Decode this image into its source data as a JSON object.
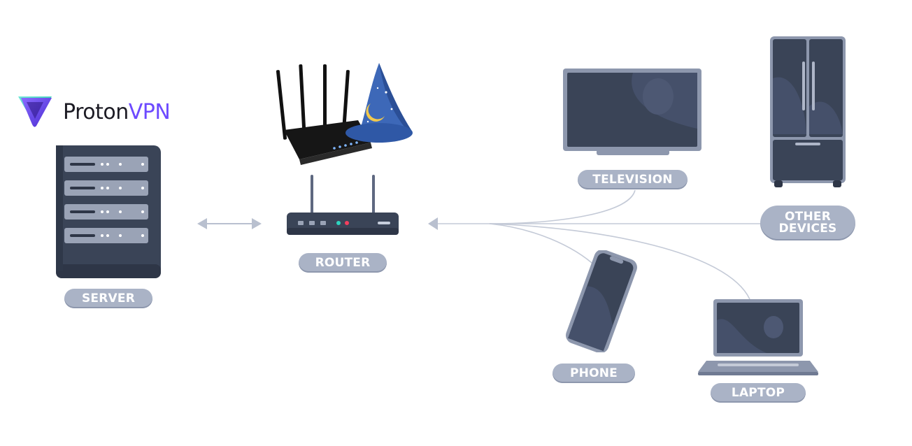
{
  "brand": {
    "word1": "Proton",
    "word2": "VPN",
    "logo_icon": "protonvpn-shield-icon",
    "accent": "#6d4aff"
  },
  "nodes": {
    "server": {
      "label": "SERVER",
      "icon": "server-rack-icon"
    },
    "router": {
      "label": "ROUTER",
      "icon": "router-icon"
    },
    "television": {
      "label": "TELEVISION",
      "icon": "television-icon"
    },
    "other_devices": {
      "label_line1": "OTHER",
      "label_line2": "DEVICES",
      "icon": "refrigerator-icon"
    },
    "phone": {
      "label": "PHONE",
      "icon": "phone-icon"
    },
    "laptop": {
      "label": "LAPTOP",
      "icon": "laptop-icon"
    }
  },
  "decor": {
    "icon": "router-with-wizard-hat-icon"
  },
  "colors": {
    "pill": "#aab3c6",
    "device_dark": "#3a4457",
    "device_frame": "#8d97ad",
    "connector": "#c4cad7"
  }
}
